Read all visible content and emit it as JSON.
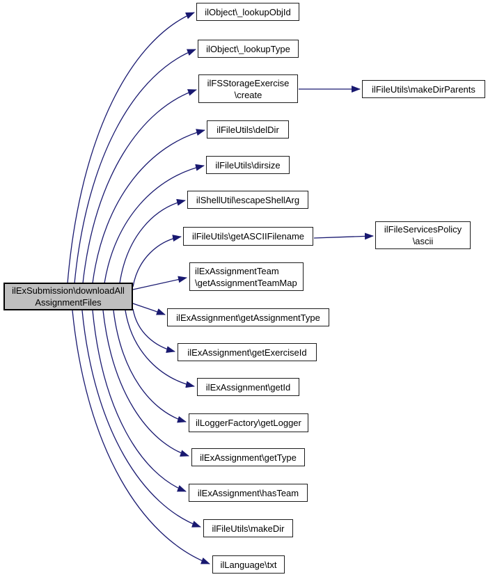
{
  "diagram": {
    "type": "call-graph",
    "colors": {
      "edge": "#191970",
      "node_fill": "#ffffff",
      "node_border": "#1c1c1c",
      "root_fill": "#bfbfbf",
      "background": "#ffffff"
    },
    "root": {
      "label": "ilExSubmission\\downloadAllAssignmentFiles",
      "lines": [
        "ilExSubmission\\downloadAll",
        "AssignmentFiles"
      ]
    },
    "callees": [
      {
        "label": "ilObject\\_lookupObjId"
      },
      {
        "label": "ilObject\\_lookupType"
      },
      {
        "label": "ilFSStorageExercise\\create",
        "lines": [
          "ilFSStorageExercise",
          "\\create"
        ]
      },
      {
        "label": "ilFileUtils\\delDir"
      },
      {
        "label": "ilFileUtils\\dirsize"
      },
      {
        "label": "ilShellUtil\\escapeShellArg"
      },
      {
        "label": "ilFileUtils\\getASCIIFilename"
      },
      {
        "label": "ilExAssignmentTeam\\getAssignmentTeamMap",
        "lines": [
          "ilExAssignmentTeam",
          "\\getAssignmentTeamMap"
        ]
      },
      {
        "label": "ilExAssignment\\getAssignmentType"
      },
      {
        "label": "ilExAssignment\\getExerciseId"
      },
      {
        "label": "ilExAssignment\\getId"
      },
      {
        "label": "ilLoggerFactory\\getLogger"
      },
      {
        "label": "ilExAssignment\\getType"
      },
      {
        "label": "ilExAssignment\\hasTeam"
      },
      {
        "label": "ilFileUtils\\makeDir"
      },
      {
        "label": "ilLanguage\\txt"
      }
    ],
    "secondary": [
      {
        "label": "ilFileUtils\\makeDirParents"
      },
      {
        "label": "ilFileServicesPolicy\\ascii",
        "lines": [
          "ilFileServicesPolicy",
          "\\ascii"
        ]
      }
    ],
    "edges": [
      {
        "from": "ilExSubmission\\downloadAllAssignmentFiles",
        "to": "ilObject\\_lookupObjId"
      },
      {
        "from": "ilExSubmission\\downloadAllAssignmentFiles",
        "to": "ilObject\\_lookupType"
      },
      {
        "from": "ilExSubmission\\downloadAllAssignmentFiles",
        "to": "ilFSStorageExercise\\create"
      },
      {
        "from": "ilExSubmission\\downloadAllAssignmentFiles",
        "to": "ilFileUtils\\delDir"
      },
      {
        "from": "ilExSubmission\\downloadAllAssignmentFiles",
        "to": "ilFileUtils\\dirsize"
      },
      {
        "from": "ilExSubmission\\downloadAllAssignmentFiles",
        "to": "ilShellUtil\\escapeShellArg"
      },
      {
        "from": "ilExSubmission\\downloadAllAssignmentFiles",
        "to": "ilFileUtils\\getASCIIFilename"
      },
      {
        "from": "ilExSubmission\\downloadAllAssignmentFiles",
        "to": "ilExAssignmentTeam\\getAssignmentTeamMap"
      },
      {
        "from": "ilExSubmission\\downloadAllAssignmentFiles",
        "to": "ilExAssignment\\getAssignmentType"
      },
      {
        "from": "ilExSubmission\\downloadAllAssignmentFiles",
        "to": "ilExAssignment\\getExerciseId"
      },
      {
        "from": "ilExSubmission\\downloadAllAssignmentFiles",
        "to": "ilExAssignment\\getId"
      },
      {
        "from": "ilExSubmission\\downloadAllAssignmentFiles",
        "to": "ilLoggerFactory\\getLogger"
      },
      {
        "from": "ilExSubmission\\downloadAllAssignmentFiles",
        "to": "ilExAssignment\\getType"
      },
      {
        "from": "ilExSubmission\\downloadAllAssignmentFiles",
        "to": "ilExAssignment\\hasTeam"
      },
      {
        "from": "ilExSubmission\\downloadAllAssignmentFiles",
        "to": "ilFileUtils\\makeDir"
      },
      {
        "from": "ilExSubmission\\downloadAllAssignmentFiles",
        "to": "ilLanguage\\txt"
      },
      {
        "from": "ilFSStorageExercise\\create",
        "to": "ilFileUtils\\makeDirParents"
      },
      {
        "from": "ilFileUtils\\getASCIIFilename",
        "to": "ilFileServicesPolicy\\ascii"
      }
    ]
  }
}
